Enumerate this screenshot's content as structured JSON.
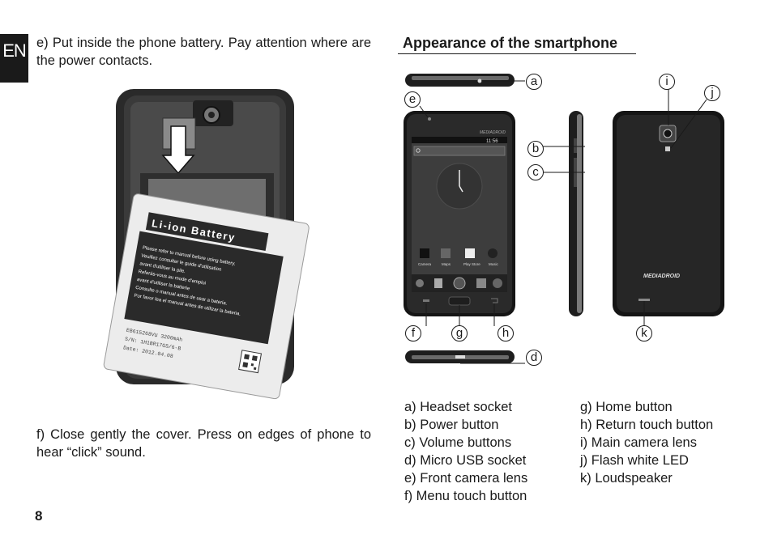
{
  "lang_tab": "EN",
  "para_e": "e) Put inside the phone battery. Pay attention where are the power contacts.",
  "para_f": "f) Close gently the cover. Press on edges of phone to hear “click” sound.",
  "page_number": "8",
  "section_title": "Appearance of the smartphone",
  "battery": {
    "title": "Li-ion Battery",
    "warning_lines": [
      "Please refer to manual before using battery.",
      "Veuillez consulter le guide d'utilisation",
      "avant d'utiliser la pile.",
      "Referás-vous au mode d'emploi",
      "avant d'utiliser la batterie",
      "Consulte o manual antes de usar a bateria.",
      "Por favor lea el manual antes de utilizar la bateria."
    ],
    "model_lines": [
      "EB615268VU   3200mAh",
      "S/N: 1H1BR17GS/6-B",
      "Date:  2012.04.08"
    ]
  },
  "phone": {
    "brand": "MEDIADROID",
    "status_time": "11:56",
    "apps": [
      "Camera",
      "Maps",
      "Play Store",
      "Music"
    ]
  },
  "callouts": [
    "a",
    "b",
    "c",
    "d",
    "e",
    "f",
    "g",
    "h",
    "i",
    "j",
    "k"
  ],
  "legend_left": [
    "a) Headset socket",
    "b) Power button",
    "c) Volume buttons",
    "d) Micro USB socket",
    "e) Front camera lens",
    "f)  Menu touch button"
  ],
  "legend_right": [
    "g) Home button",
    "h) Return touch button",
    "i)   Main camera lens",
    "j)   Flash white LED",
    "k) Loudspeaker"
  ]
}
